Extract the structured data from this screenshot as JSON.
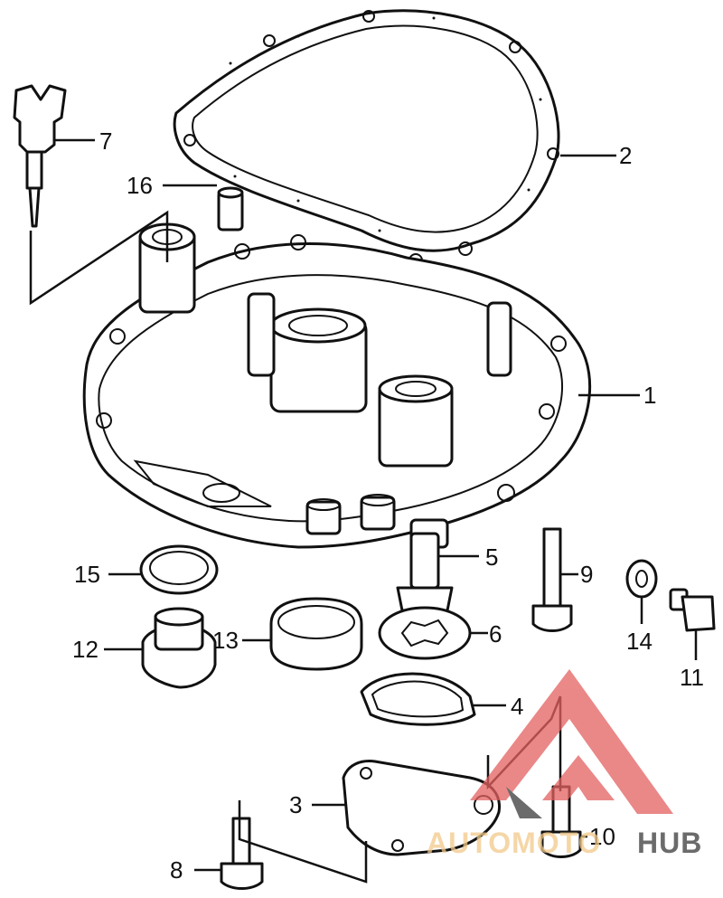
{
  "callouts": [
    {
      "id": "1",
      "text": "1"
    },
    {
      "id": "2",
      "text": "2"
    },
    {
      "id": "3",
      "text": "3"
    },
    {
      "id": "4",
      "text": "4"
    },
    {
      "id": "5",
      "text": "5"
    },
    {
      "id": "6",
      "text": "6"
    },
    {
      "id": "7",
      "text": "7"
    },
    {
      "id": "8",
      "text": "8"
    },
    {
      "id": "9",
      "text": "9"
    },
    {
      "id": "10",
      "text": "10"
    },
    {
      "id": "11",
      "text": "11"
    },
    {
      "id": "12",
      "text": "12"
    },
    {
      "id": "13",
      "text": "13"
    },
    {
      "id": "14",
      "text": "14"
    },
    {
      "id": "15",
      "text": "15"
    },
    {
      "id": "16",
      "text": "16"
    }
  ],
  "watermark": {
    "word1": "AUTOMOTO",
    "word2": "HUB",
    "color_primary": "#e46060",
    "color_secondary": "#f2c98a",
    "color_dark": "#3a3a3a"
  }
}
